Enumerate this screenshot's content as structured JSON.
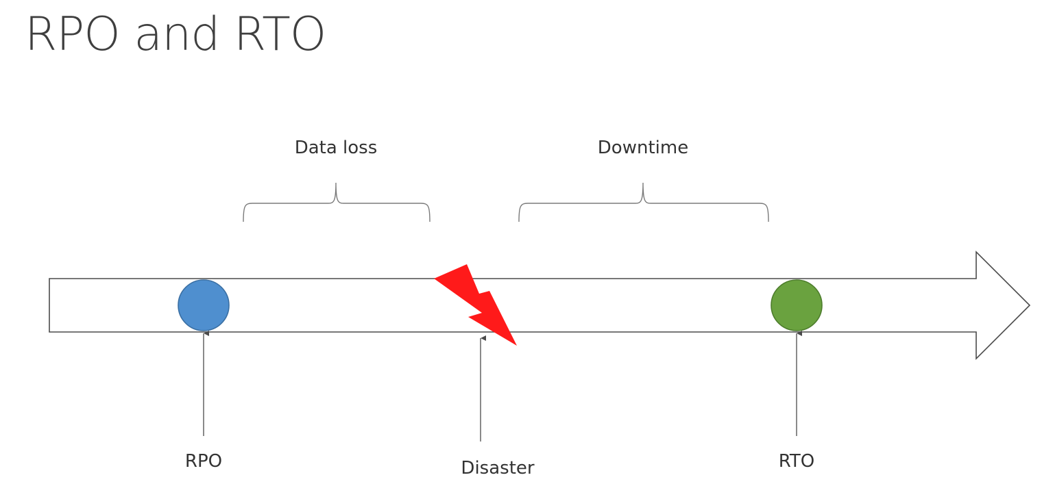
{
  "slide": {
    "title": "RPO and RTO"
  },
  "diagram": {
    "labels": {
      "data_loss": "Data loss",
      "downtime": "Downtime",
      "rpo": "RPO",
      "disaster": "Disaster",
      "rto": "RTO"
    },
    "colors": {
      "rpo_marker": "#4f8fcf",
      "rto_marker": "#6aa23f",
      "disaster_bolt": "#ff1a1a",
      "timeline_stroke": "#4a4a4a"
    },
    "icons": {
      "disaster": "lightning-bolt-icon"
    }
  }
}
